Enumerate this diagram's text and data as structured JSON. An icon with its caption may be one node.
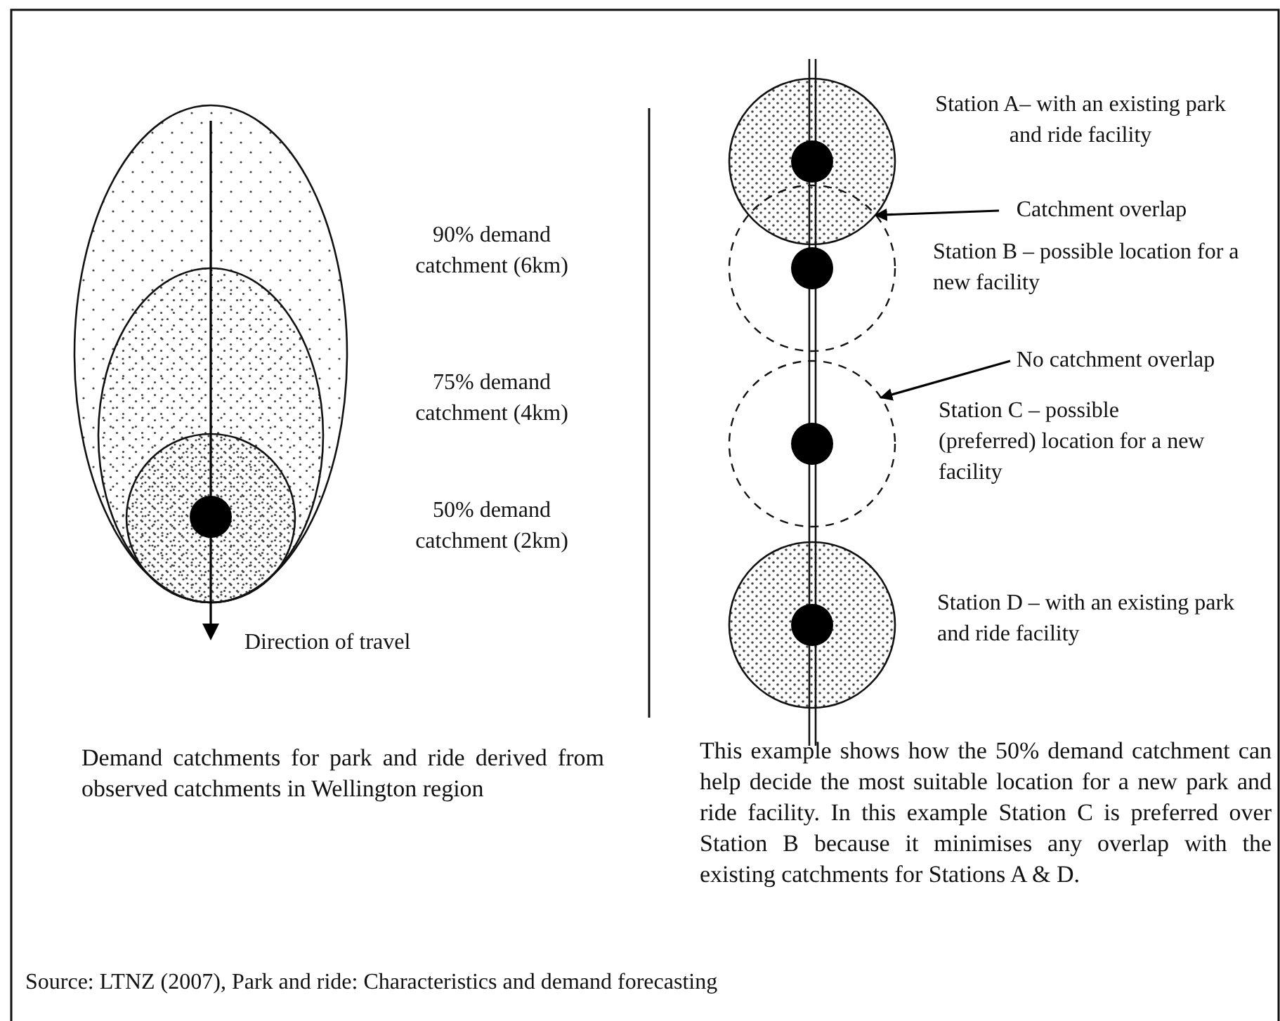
{
  "diagram": {
    "nodes": [
      {
        "text": [
          "Catchment overlap"
        ]
      },
      {
        "text": [
          "No catchment overlap"
        ]
      },
      {
        "text": [],
        "shape": "circle"
      },
      {
        "text": [],
        "shape": "circle"
      }
    ],
    "edges": [
      {
        "from": 0,
        "to": 2,
        "arrow": "to"
      },
      {
        "from": 1,
        "to": 3,
        "arrow": "to"
      }
    ],
    "labels": [
      "90% demand catchment (6km)",
      "75% demand catchment (4km)",
      "50% demand catchment (2km)",
      "Direction of travel",
      "Station A– with an existing park and ride facility",
      "Station B – possible location for a new facility",
      "Station C – possible (preferred) location for a new facility",
      "Station D – with an existing park and ride facility",
      "Demand catchments for park and ride derived from observed catchments in Wellington region",
      "This example shows how the 50% demand catchment can help decide the most suitable location for a new park and ride facility. In this example Station C is preferred over Station B because it minimises any overlap with the existing catchments for Stations A & D.",
      "Source: LTNZ (2007), Park and ride: Characteristics and demand forecasting"
    ]
  }
}
